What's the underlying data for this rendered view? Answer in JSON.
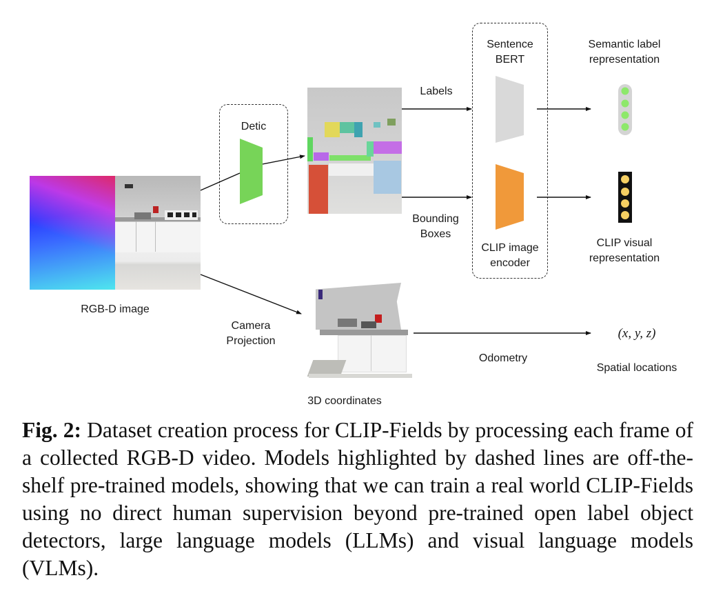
{
  "figure": {
    "rgbd": {
      "label": "RGB-D image"
    },
    "detic": {
      "label": "Detic"
    },
    "labels_edge": {
      "label": "Labels"
    },
    "bbox_edge": {
      "label_line1": "Bounding",
      "label_line2": "Boxes"
    },
    "sbert": {
      "label_line1": "Sentence",
      "label_line2": "BERT"
    },
    "clip_encoder": {
      "label_line1": "CLIP image",
      "label_line2": "encoder"
    },
    "semantic_rep": {
      "label_line1": "Semantic label",
      "label_line2": "representation"
    },
    "clip_rep": {
      "label_line1": "CLIP visual",
      "label_line2": "representation"
    },
    "camera_edge": {
      "label_line1": "Camera",
      "label_line2": "Projection"
    },
    "coords3d": {
      "label": "3D coordinates"
    },
    "odometry_edge": {
      "label": "Odometry"
    },
    "spatial": {
      "math": "(x, y, z)",
      "label": "Spatial locations"
    },
    "colors": {
      "detic_model": "#77d458",
      "sbert_model": "#d9d9d9",
      "clip_model": "#f0993a",
      "semantic_dots": "#8de86a",
      "semantic_bar": "#d4d4d4",
      "clip_dots": "#f5cf63",
      "clip_bar": "#111111"
    }
  },
  "caption": {
    "prefix": "Fig. 2:",
    "text": "Dataset creation process for CLIP-Fields by processing each frame of a collected RGB-D video. Models highlighted by dashed lines are off-the-shelf pre-trained models, showing that we can train a real world CLIP-Fields using no direct human supervision beyond pre-trained open label object detectors, large language models (LLMs) and visual language models (VLMs)."
  }
}
